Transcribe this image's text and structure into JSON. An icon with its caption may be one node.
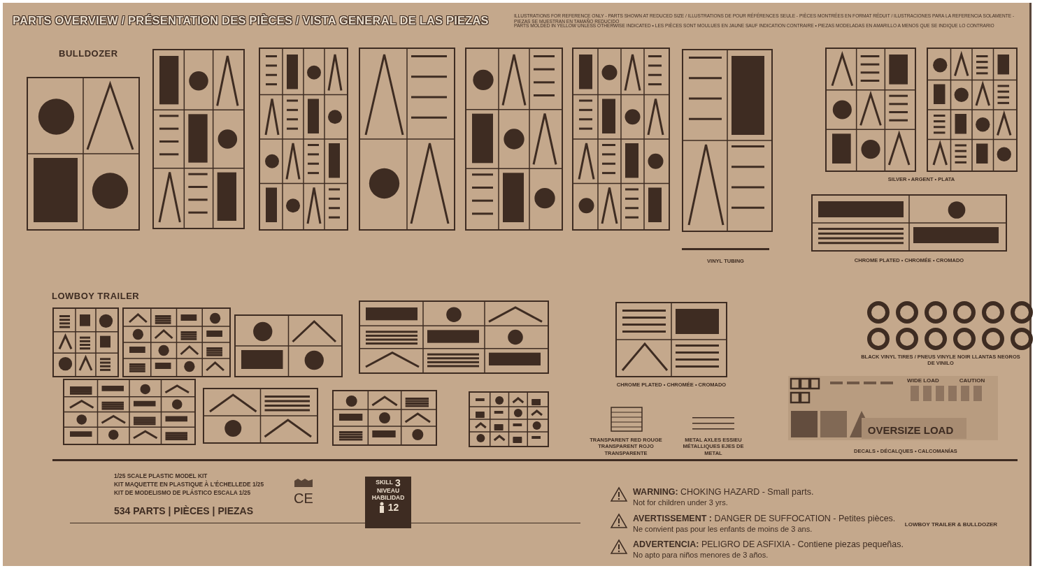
{
  "diagram": {
    "title": "PARTS OVERVIEW / PRÉSENTATION DES PIÈCES / VISTA GENERAL DE LAS PIEZAS",
    "labels": [
      "ILLUSTRATIONS FOR REFERENCE ONLY - PARTS SHOWN AT REDUCED SIZE / ILLUSTRATIONS DE POUR RÉFÉRENCES SEULE - PIÈCES MONTRÉES EN FORMAT RÉDUIT / ILUSTRACIONES PARA LA REFERENCIA SOLAMENTE - PIEZAS SE MUESTRAN EN TAMAÑO REDUCIDO",
      "PARTS MOLDED IN YELLOW UNLESS OTHERWISE INDICATED • LES PIÈCES SONT MOULUES EN JAUNE SAUF INDICATION CONTRAIRE • PIEZAS MODELADAS EN AMARILLO A MENOS QUE SE INDIQUE LO CONTRARIO",
      "BULLDOZER",
      "SILVER • ARGENT • PLATA",
      "VINYL TUBING",
      "CHROME PLATED • CHROMÉE • CROMADO",
      "LOWBOY TRAILER",
      "CHROME PLATED • CHROMÉE • CROMADO",
      "BLACK VINYL TIRES / PNEUS VINYLE NOIR LLANTAS NEGROS DE VINILO",
      "TRANSPARENT RED ROUGE TRANSPARENT ROJO TRANSPARENTE",
      "METAL AXLES ESSIEU MÉTALLIQUES EJES DE METAL",
      "WIDE LOAD",
      "CAUTION",
      "OVERSIZE LOAD",
      "DECALS • DÉCALQUES • CALCOMANÍAS",
      "1/25 SCALE PLASTIC MODEL KIT",
      "KIT MAQUETTE EN PLASTIQUE À L'ÉCHELLEDE 1/25",
      "KIT DE MODELISMO DE PLÁSTICO ESCALA 1/25",
      "534 PARTS | PIÈCES | PIEZAS",
      "CE",
      "SKILL",
      "NIVEAU",
      "HABILIDAD",
      "3",
      "12",
      "**WARNING:** CHOKING HAZARD - Small parts.",
      "Not for children under 3 yrs.",
      "**AVERTISSEMENT :** DANGER DE SUFFOCATION - Petites pièces.",
      "Ne convient pas pour les enfants de moins de 3 ans.",
      "**ADVERTENCIA:** PELIGRO DE ASFIXIA - Contiene piezas pequeñas.",
      "No apto para niños menores de 3 años.",
      "LOWBOY TRAILER & BULLDOZER"
    ]
  }
}
